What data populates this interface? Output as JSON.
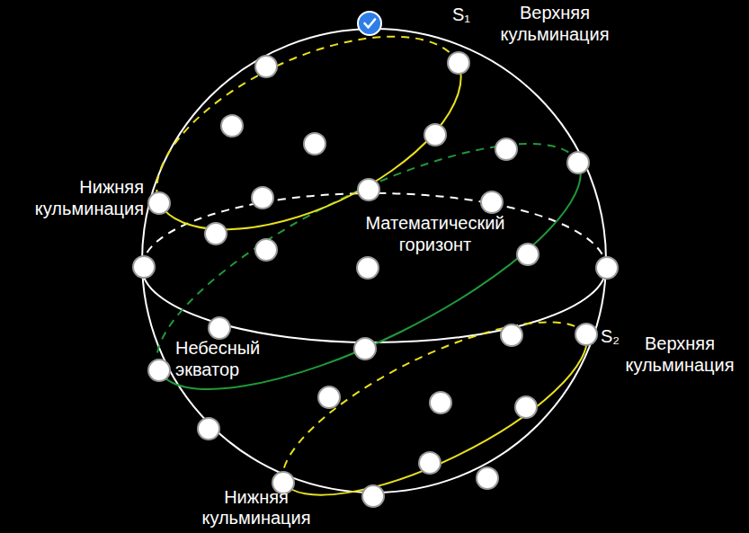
{
  "diagram": {
    "labels": [
      "Верхняя кульминация",
      "S₁",
      "Нижняя кульминация",
      "Математический горизонт",
      "Небесный экватор",
      "S₂",
      "Верхняя кульминация",
      "Нижняя кульминация"
    ]
  }
}
